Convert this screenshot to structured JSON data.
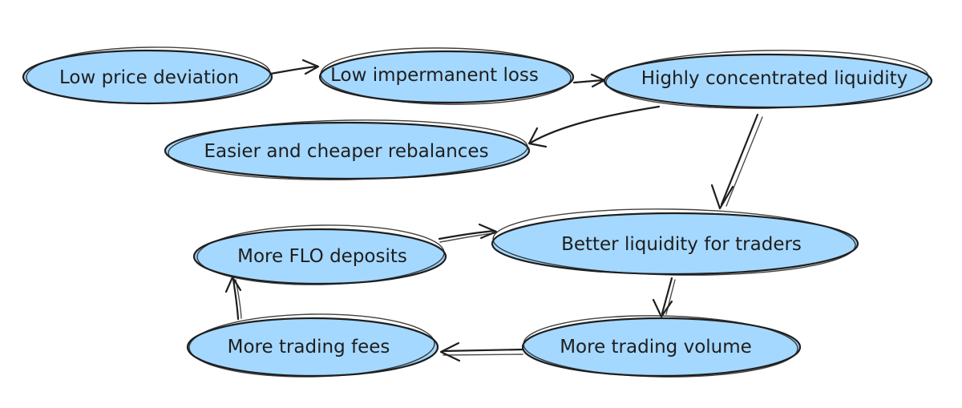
{
  "diagram": {
    "nodes": [
      {
        "id": "low-price-deviation",
        "label": "Low price deviation"
      },
      {
        "id": "low-impermanent-loss",
        "label": "Low impermanent loss"
      },
      {
        "id": "highly-concentrated-liquidity",
        "label": "Highly concentrated liquidity"
      },
      {
        "id": "easier-cheaper-rebalances",
        "label": "Easier and cheaper rebalances"
      },
      {
        "id": "better-liquidity-for-traders",
        "label": "Better liquidity for traders"
      },
      {
        "id": "more-flo-deposits",
        "label": "More FLO deposits"
      },
      {
        "id": "more-trading-volume",
        "label": "More trading volume"
      },
      {
        "id": "more-trading-fees",
        "label": "More trading fees"
      }
    ],
    "edges": [
      {
        "from": "low-price-deviation",
        "to": "low-impermanent-loss"
      },
      {
        "from": "low-impermanent-loss",
        "to": "highly-concentrated-liquidity"
      },
      {
        "from": "highly-concentrated-liquidity",
        "to": "easier-cheaper-rebalances"
      },
      {
        "from": "highly-concentrated-liquidity",
        "to": "better-liquidity-for-traders"
      },
      {
        "from": "better-liquidity-for-traders",
        "to": "more-trading-volume"
      },
      {
        "from": "more-trading-volume",
        "to": "more-trading-fees"
      },
      {
        "from": "more-trading-fees",
        "to": "more-flo-deposits"
      },
      {
        "from": "more-flo-deposits",
        "to": "better-liquidity-for-traders"
      }
    ],
    "colors": {
      "node_fill": "#a5d8ff",
      "stroke": "#1e1e1e",
      "background": "#ffffff"
    }
  }
}
